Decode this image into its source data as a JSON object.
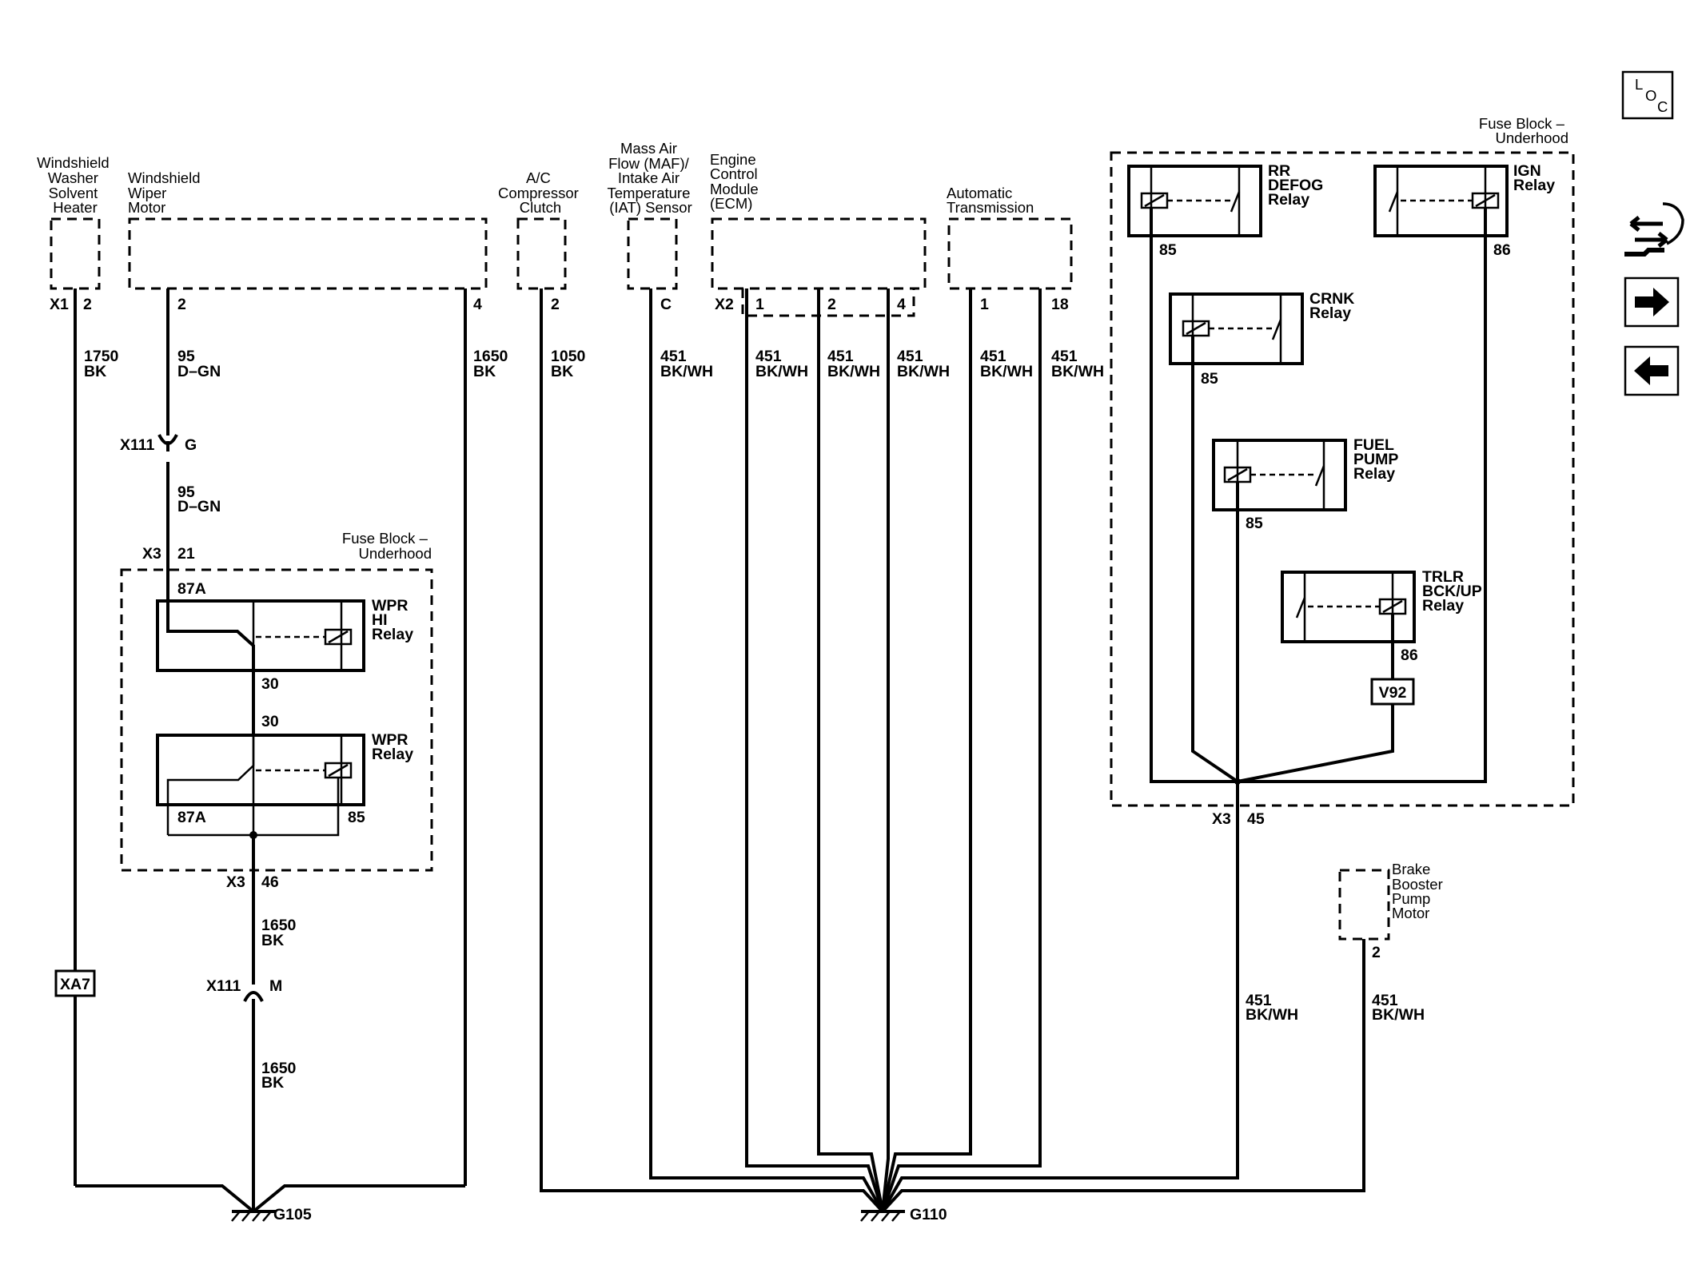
{
  "components": {
    "washer_heater": [
      "Windshield",
      "Washer",
      "Solvent",
      "Heater"
    ],
    "wiper_motor": [
      "Windshield",
      "Wiper",
      "Motor"
    ],
    "ac_clutch": [
      "A/C",
      "Compressor",
      "Clutch"
    ],
    "maf_iat": [
      "Mass Air",
      "Flow (MAF)/",
      "Intake Air",
      "Temperature",
      "(IAT) Sensor"
    ],
    "ecm": [
      "Engine",
      "Control",
      "Module",
      "(ECM)"
    ],
    "trans": [
      "Automatic",
      "Transmission"
    ],
    "brake_booster": [
      "Brake",
      "Booster",
      "Pump",
      "Motor"
    ],
    "fuse_block_left": [
      "Fuse Block –",
      "Underhood"
    ],
    "fuse_block_right": [
      "Fuse Block –",
      "Underhood"
    ]
  },
  "relays": {
    "wpr_hi": [
      "WPR",
      "HI",
      "Relay"
    ],
    "wpr": [
      "WPR",
      "Relay"
    ],
    "rr_defog": [
      "RR",
      "DEFOG",
      "Relay"
    ],
    "ign": [
      "IGN",
      "Relay"
    ],
    "crnk": [
      "CRNK",
      "Relay"
    ],
    "fuel_pump": [
      "FUEL",
      "PUMP",
      "Relay"
    ],
    "trlr": [
      "TRLR",
      "BCK/UP",
      "Relay"
    ]
  },
  "connectors": {
    "x1": "X1",
    "x2": "X2",
    "x3_a": "X3",
    "x3_b": "X3",
    "x3_c": "X3",
    "x111_a": "X111",
    "x111_b": "X111",
    "x111_a_pin": "G",
    "x111_b_pin": "M",
    "xa7": "XA7",
    "v92": "V92"
  },
  "pins": {
    "heater": "2",
    "wiper_2": "2",
    "wiper_4": "4",
    "ac": "2",
    "maf": "C",
    "ecm_1": "1",
    "ecm_2": "2",
    "ecm_4": "4",
    "trans_1": "1",
    "trans_18": "18",
    "fb_21": "21",
    "wpr_hi_87a": "87A",
    "wpr_hi_30": "30",
    "wpr_30": "30",
    "wpr_87a": "87A",
    "wpr_85": "85",
    "fb_46": "46",
    "fb_45": "45",
    "rr_85": "85",
    "ign_86": "86",
    "crnk_85": "85",
    "fuel_85": "85",
    "trlr_86": "86",
    "brake_2": "2"
  },
  "wires": {
    "heater": [
      "1750",
      "BK"
    ],
    "wiper_95a": [
      "95",
      "D–GN"
    ],
    "wiper_95b": [
      "95",
      "D–GN"
    ],
    "wiper_1650": [
      "1650",
      "BK"
    ],
    "ac_1050": [
      "1050",
      "BK"
    ],
    "maf_451": [
      "451",
      "BK/WH"
    ],
    "ecm1_451": [
      "451",
      "BK/WH"
    ],
    "ecm2_451": [
      "451",
      "BK/WH"
    ],
    "ecm4_451": [
      "451",
      "BK/WH"
    ],
    "trans1_451": [
      "451",
      "BK/WH"
    ],
    "trans18_451": [
      "451",
      "BK/WH"
    ],
    "fb_1650a": [
      "1650",
      "BK"
    ],
    "fb_1650b": [
      "1650",
      "BK"
    ],
    "fb45_451": [
      "451",
      "BK/WH"
    ],
    "brake_451": [
      "451",
      "BK/WH"
    ]
  },
  "grounds": {
    "g105": "G105",
    "g110": "G110"
  },
  "nav": {
    "loc": [
      "L",
      "O",
      "C"
    ]
  },
  "colors": {
    "line": "#000000",
    "background": "#ffffff"
  }
}
